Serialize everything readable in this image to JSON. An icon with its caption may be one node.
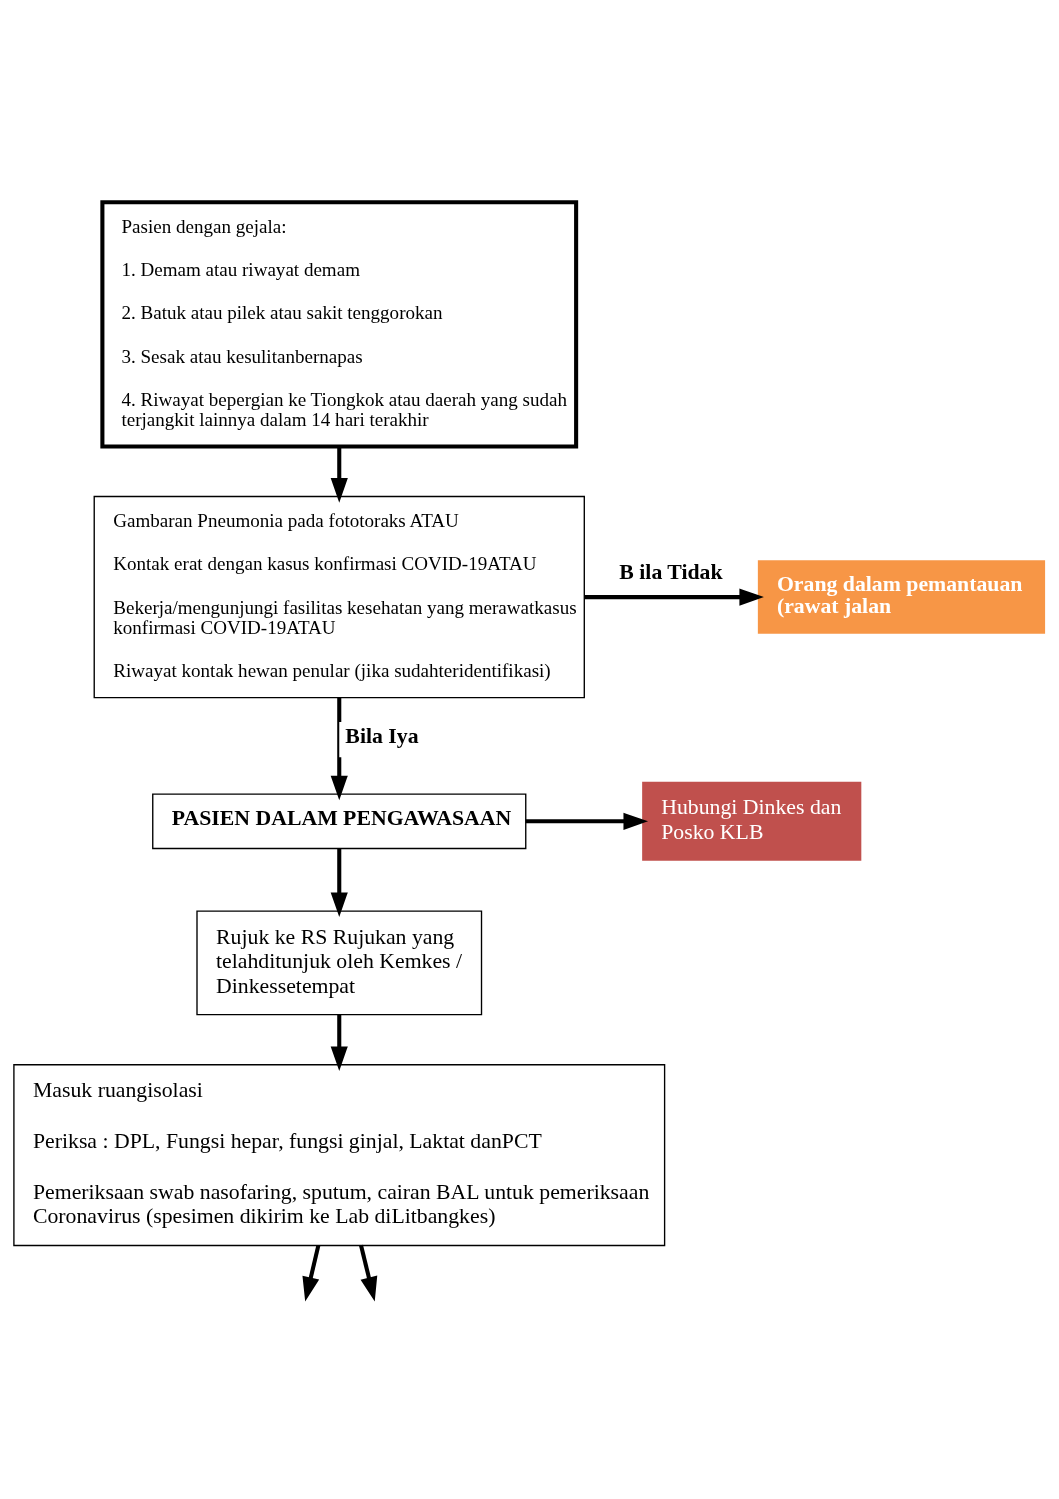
{
  "diagram": {
    "nodes": [
      {
        "text": [
          "Pasien dengan gejala:",
          "1. Demam atau riwayat demam",
          "2. Batuk atau pilek atau sakit tenggorokan",
          "3. Sesak atau kesulitanbernapas",
          "4. Riwayat bepergian ke Tiongkok atau daerah yang sudah terjangkit lainnya dalam 14 hari terakhir"
        ]
      },
      {
        "text": [
          "Gambaran Pneumonia pada fototoraks ATAU",
          "Kontak erat dengan kasus konfirmasi COVID-19ATAU",
          "Bekerja/mengunjungi fasilitas kesehatan yang merawatkasus konfirmasi COVID-19ATAU",
          "Riwayat kontak hewan penular (jika sudahteridentifikasi)"
        ]
      },
      {
        "text": [
          "Orang dalam pemantauan (rawat jalan"
        ]
      },
      {
        "text": [
          "Hubungi Dinkes dan Posko KLB"
        ]
      },
      {
        "text": [
          "PASIEN DALAM PENGAWASAAN"
        ]
      },
      {
        "text": [
          "Rujuk ke RS Rujukan yang telahditunjuk oleh Kemkes / Dinkessetempat"
        ]
      },
      {
        "text": [
          "Masuk ruangisolasi",
          "Periksa : DPL, Fungsi hepar, fungsi ginjal, Laktat danPCT",
          "Pemeriksaan swab nasofaring, sputum, cairan BAL untuk pemeriksaan Coronavirus (spesimen dikirim ke Lab diLitbangkes)"
        ]
      }
    ],
    "edges": [
      {
        "from": 0,
        "to": 1,
        "arrow": "to"
      },
      {
        "from": 1,
        "to": 2,
        "arrow": "to",
        "label": "B ila Tidak"
      },
      {
        "from": 1,
        "to": 4,
        "arrow": "to",
        "label": "Bila Iya"
      },
      {
        "from": 4,
        "to": 3,
        "arrow": "to"
      },
      {
        "from": 4,
        "to": 5,
        "arrow": "to"
      },
      {
        "from": 5,
        "to": 6,
        "arrow": "to"
      },
      {
        "from": 6,
        "to": null,
        "arrow": "to"
      },
      {
        "from": 6,
        "to": null,
        "arrow": "to"
      }
    ]
  }
}
